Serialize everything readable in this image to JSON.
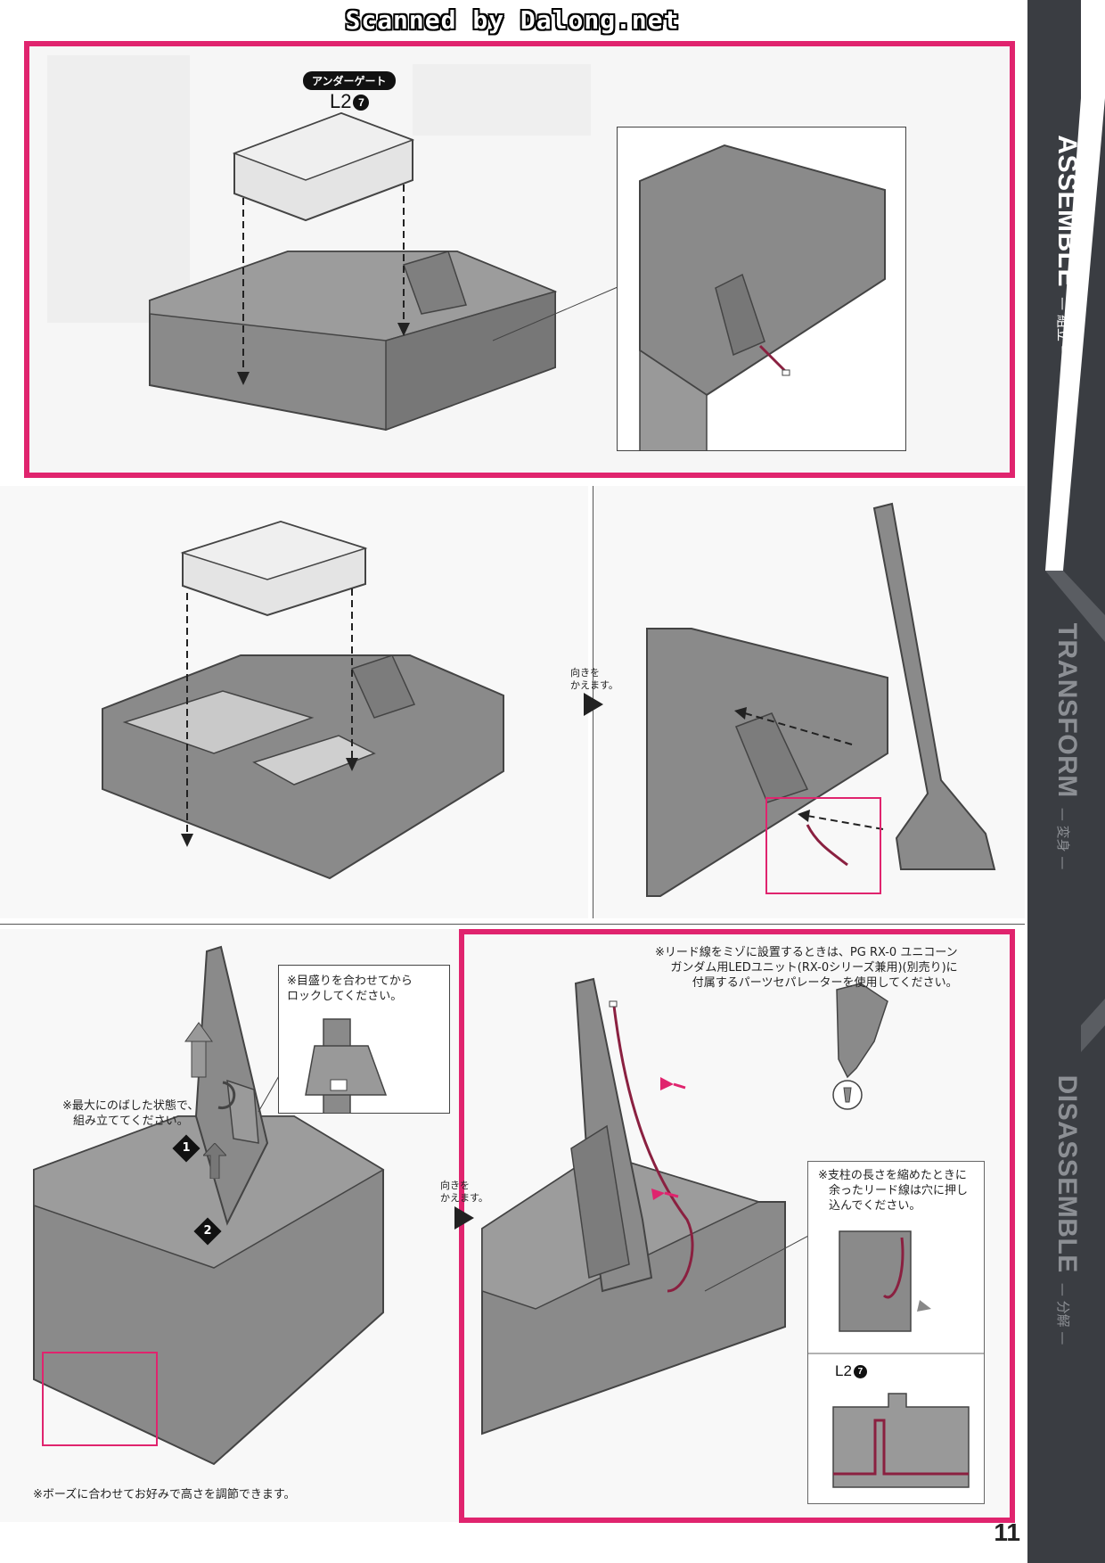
{
  "header": {
    "scan_credit": "Scanned by Dalong.net"
  },
  "sidebar": {
    "sections": [
      {
        "title": "ASSEMBLE",
        "subtitle": "— 組立 —",
        "active": true
      },
      {
        "title": "TRANSFORM",
        "subtitle": "— 変身 —",
        "active": false
      },
      {
        "title": "DISASSEMBLE",
        "subtitle": "— 分解 —",
        "active": false
      }
    ]
  },
  "step1": {
    "gate_label": "アンダーゲート",
    "part_code": "L2",
    "part_num": "7"
  },
  "step2": {
    "rotate_note_line1": "向きを",
    "rotate_note_line2": "かえます。"
  },
  "step3": {
    "zoom_note_line1": "※目盛りを合わせてから",
    "zoom_note_line2": "ロックしてください。",
    "extend_note_line1": "※最大にのばした状態で、",
    "extend_note_line2": "組み立ててください。",
    "step_1": "1",
    "step_2": "2",
    "bottom_note": "※ボーズに合わせてお好みで高さを調節できます。"
  },
  "step4": {
    "rotate_note_line1": "向きを",
    "rotate_note_line2": "かえます。",
    "lead_note_line1": "※リード線をミゾに設置するときは、PG RX-0 ユニコーン",
    "lead_note_line2": "ガンダム用LEDユニット(RX-0シリーズ兼用)(別売り)に",
    "lead_note_line3": "付属するパーツセパレーターを使用してください。",
    "shorten_note_line1": "※支柱の長さを縮めたときに",
    "shorten_note_line2": "余ったリード線は穴に押し",
    "shorten_note_line3": "込んでください。",
    "part_code": "L2",
    "part_num": "7"
  },
  "footer": {
    "page_number": "11"
  },
  "colors": {
    "accent": "#e0246e",
    "sidebar": "#3a3d42",
    "part_grey": "#8a8a8a"
  }
}
